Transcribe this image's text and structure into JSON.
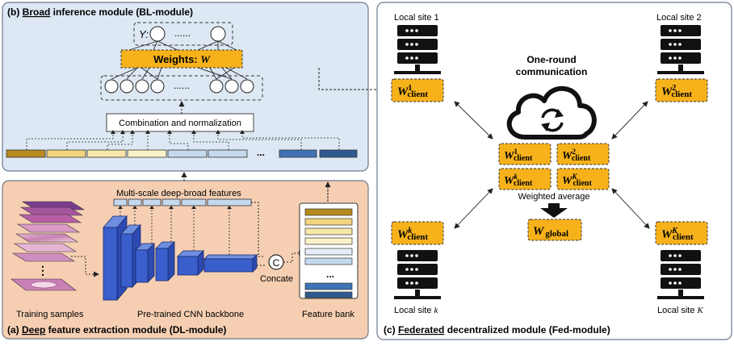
{
  "bl_module": {
    "prefix": "(b) ",
    "title_bold_underlined": "Broad",
    "title_rest": " inference module (BL-module)",
    "output_label": "Y:",
    "output_dots": "......",
    "weights_label": "Weights: ",
    "weights_symbol": "W",
    "hidden_dots": "......",
    "combination_label": "Combination and normalization",
    "feature_dots": "..."
  },
  "dl_module": {
    "prefix": "(a) ",
    "title_bold_underlined": "Deep",
    "title_rest": " feature extraction module (DL-module)",
    "features_label": "Multi-scale deep-broad features",
    "training_label": "Training samples",
    "backbone_label": "Pre-trained CNN backbone",
    "concat_symbol": "C",
    "concat_label": "Concate",
    "feature_bank_label": "Feature bank",
    "bank_dots": "...",
    "sample_dots": "⋮"
  },
  "fed_module": {
    "prefix": "(c) ",
    "title_bold_underlined": "Federated",
    "title_rest": " decentralized module (Fed-module)",
    "comm_line1": "One-round",
    "comm_line2": "communication",
    "weighted_average": "Weighted average",
    "sites": [
      {
        "label": "Local site 1",
        "w_sup": "1"
      },
      {
        "label": "Local site 2",
        "w_sup": "2"
      },
      {
        "label": "Local site ",
        "label_var": "k",
        "w_sup": "k"
      },
      {
        "label": "Local site ",
        "label_var": "K",
        "w_sup": "K"
      }
    ],
    "center_weights": [
      {
        "sup": "1"
      },
      {
        "sup": "2"
      },
      {
        "sup": "k"
      },
      {
        "sup": "K"
      }
    ],
    "w_symbol": "W",
    "client_sub": "client",
    "global_sub": "global"
  },
  "colors": {
    "bl_bg": "#dde8f4",
    "dl_bg": "#f6cfb3",
    "weights_fill": "#f7b21b",
    "cnn_blue": "#3a5fcd",
    "feature_blue_light": "#c5d9ee",
    "feature_blue_dark": "#2e5a8f",
    "feature_yellow": "#f3d580",
    "feature_brown": "#b78a1d"
  }
}
